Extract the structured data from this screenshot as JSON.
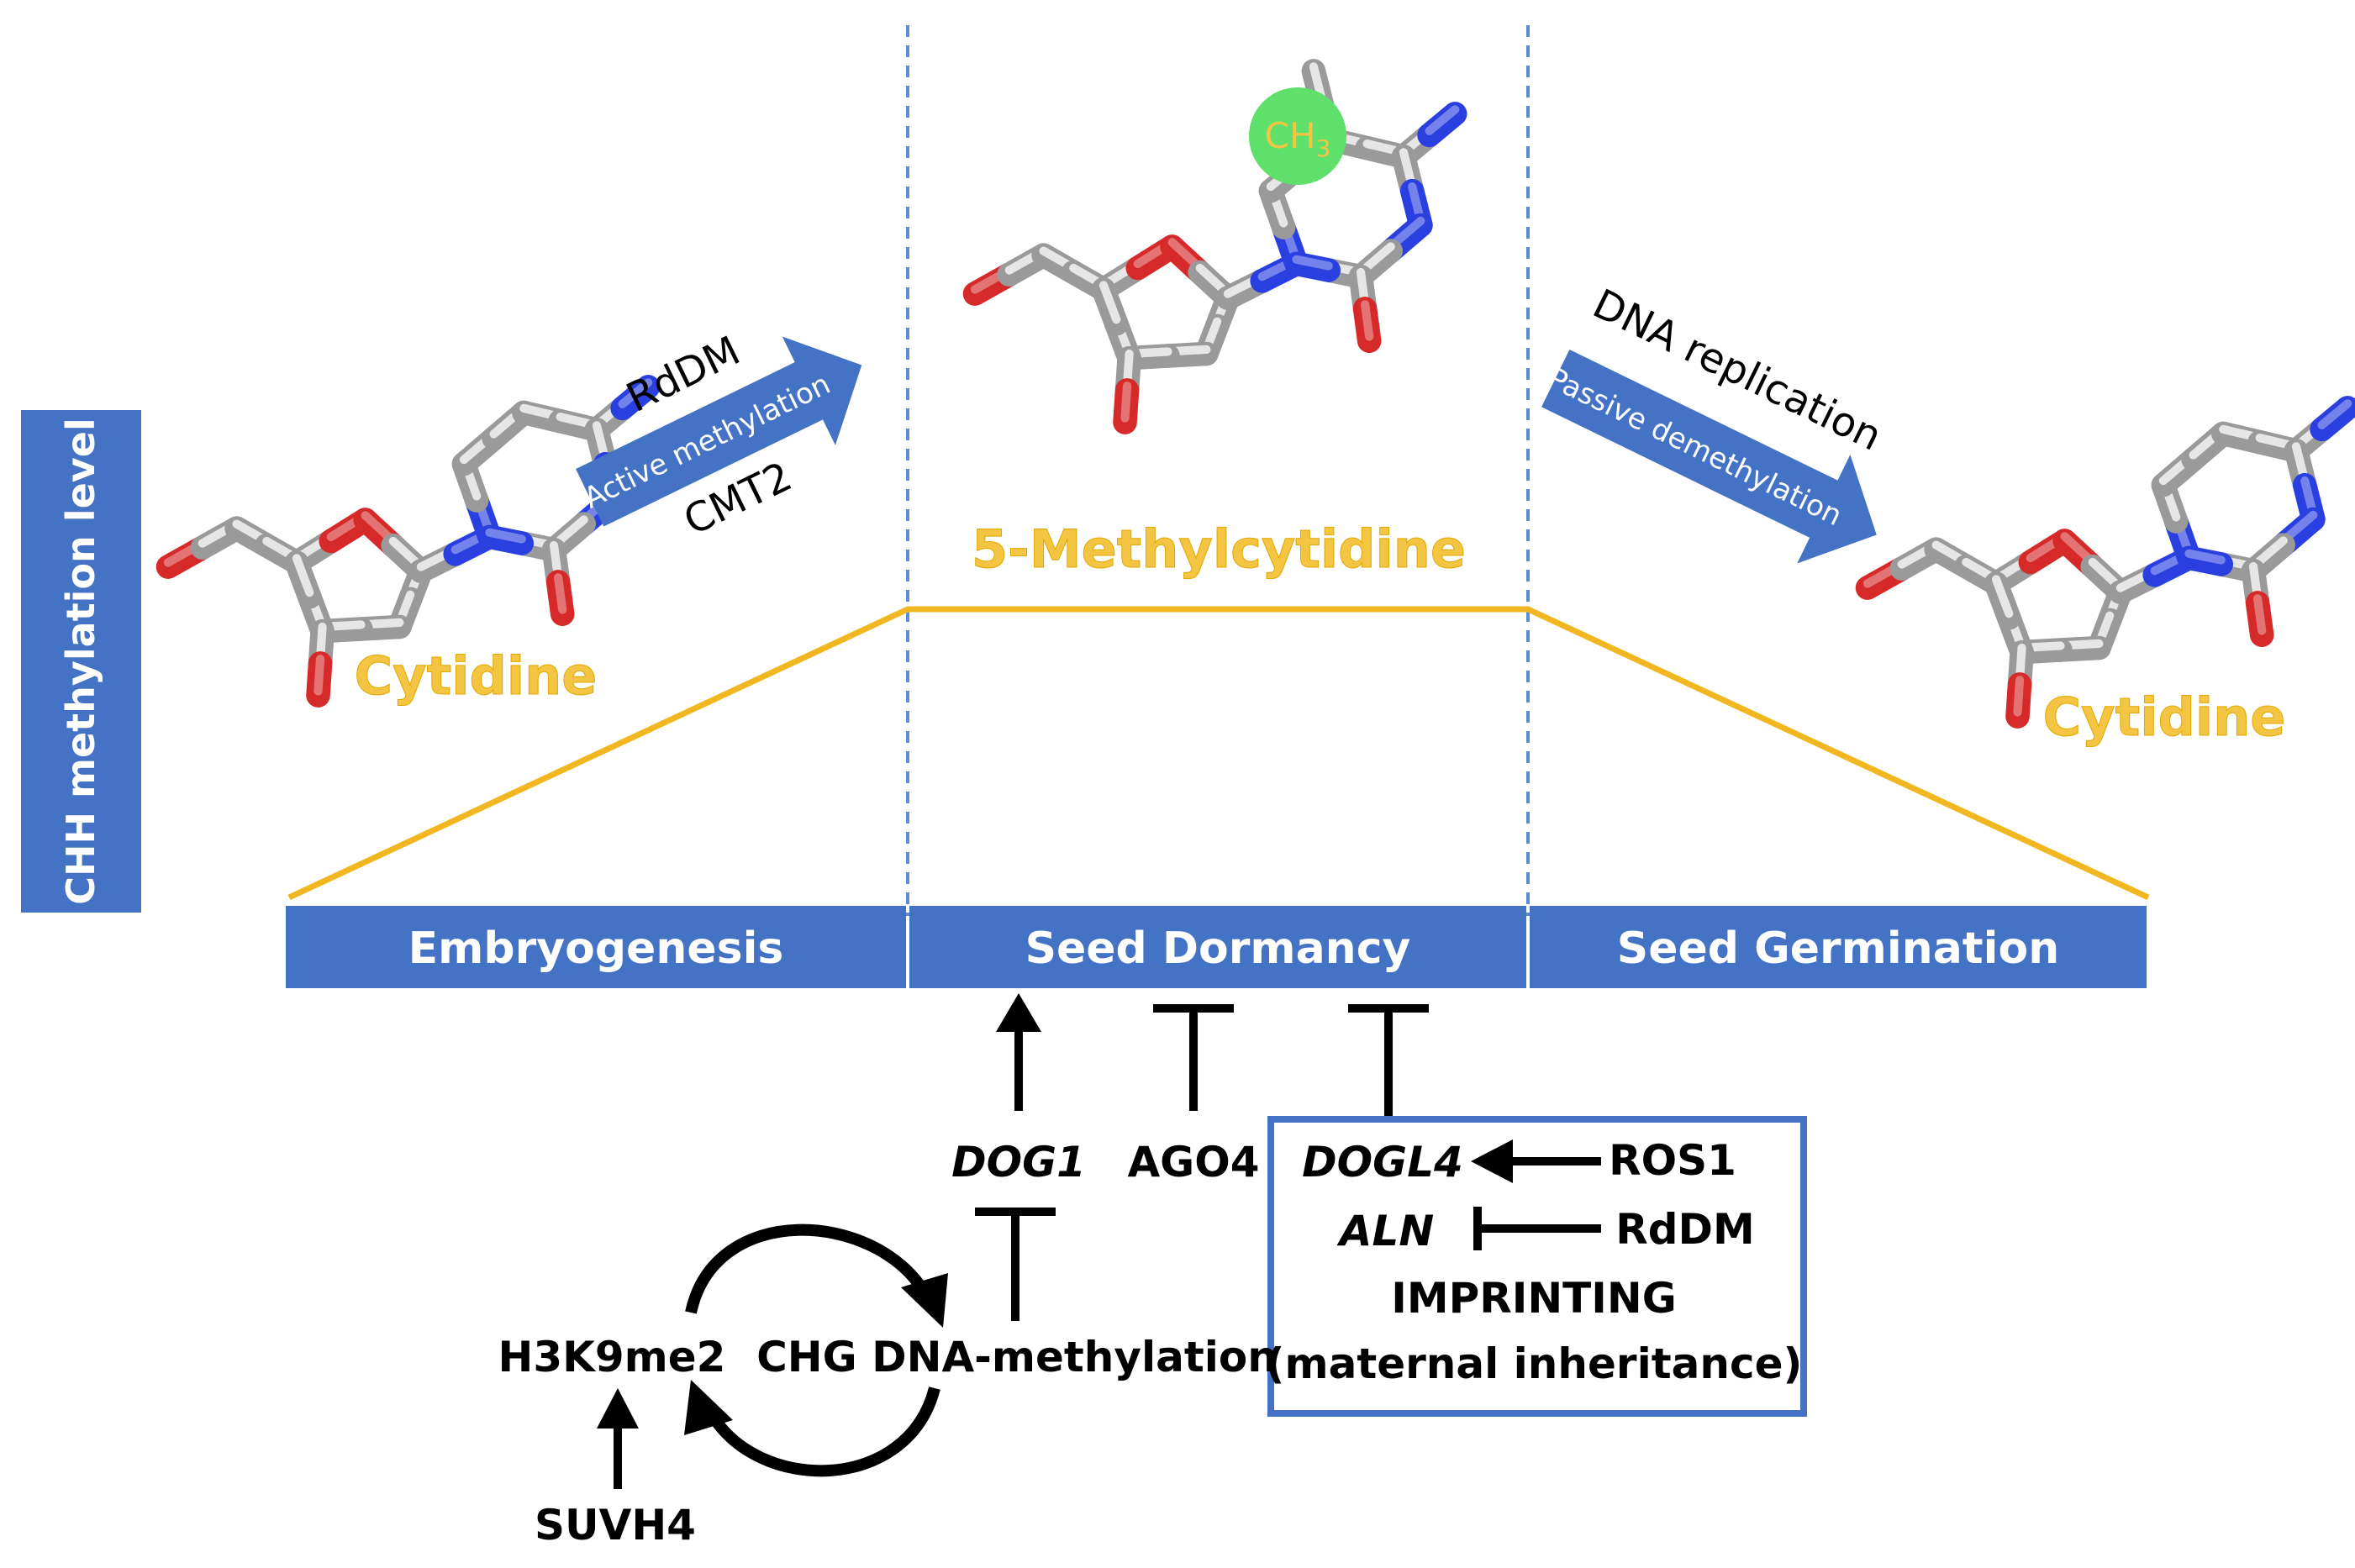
{
  "side_label": "CHH methylation level",
  "molecules": {
    "left_name": "Cytidine",
    "middle_name": "5-Methylcytidine",
    "right_name": "Cytidine",
    "methyl_group": "CH",
    "methyl_subscript": "3"
  },
  "arrows": {
    "active": {
      "top": "RdDM",
      "inner": "Active methylation",
      "bottom": "CMT2"
    },
    "passive": {
      "top": "DNA replication",
      "inner": "Passive demethylation"
    }
  },
  "stages": [
    "Embryogenesis",
    "Seed Dormancy",
    "Seed Germination"
  ],
  "regulators": {
    "dog1": "DOG1",
    "ago4": "AGO4",
    "dogl4": "DOGL4",
    "ros1": "ROS1",
    "aln": "ALN",
    "rddm": "RdDM",
    "imprinting": "IMPRINTING",
    "maternal": "(maternal inheritance)",
    "h3k9me2": "H3K9me2",
    "chg": "CHG DNA-methylation",
    "suvh4": "SUVH4"
  },
  "colors": {
    "stage_blue": "#4472c4",
    "curve_gold": "#f2b620",
    "label_gold": "#f4c542",
    "oxygen_red": "#d62a2a",
    "nitrogen_blue": "#2a3fe0",
    "carbon_gray": "#c8c8c8",
    "methyl_green": "#5fe06a",
    "dashed_blue": "#5b8dd6"
  }
}
